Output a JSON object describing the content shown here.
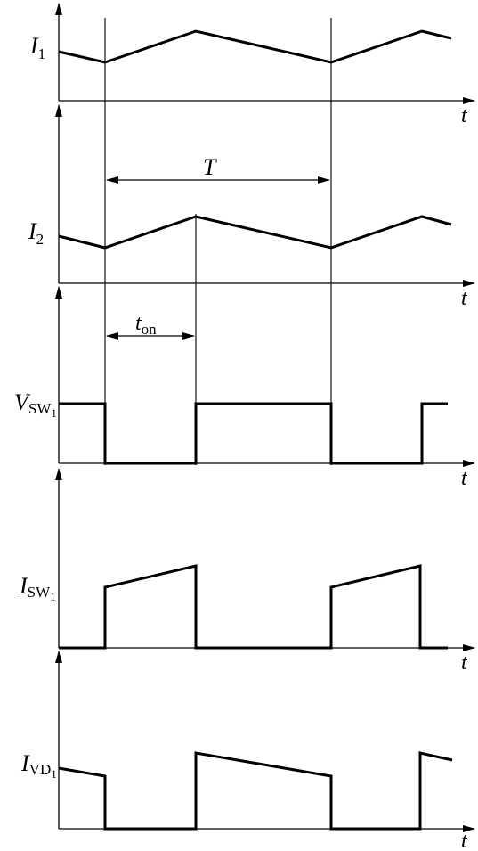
{
  "time_label": "t",
  "period_label": "T",
  "on_time_label": {
    "base": "t",
    "sub": "on"
  },
  "panels": [
    {
      "id": "i1",
      "label": {
        "base": "I",
        "sub": "1"
      }
    },
    {
      "id": "i2",
      "label": {
        "base": "I",
        "sub": "2"
      }
    },
    {
      "id": "vsw1",
      "label": {
        "base": "V",
        "sub": "SW",
        "subsub": "1"
      }
    },
    {
      "id": "isw1",
      "label": {
        "base": "I",
        "sub": "SW",
        "subsub": "1"
      }
    },
    {
      "id": "ivd1",
      "label": {
        "base": "I",
        "sub": "VD",
        "subsub": "1"
      }
    }
  ],
  "colors": {
    "ink": "#000000",
    "background": "#ffffff"
  }
}
